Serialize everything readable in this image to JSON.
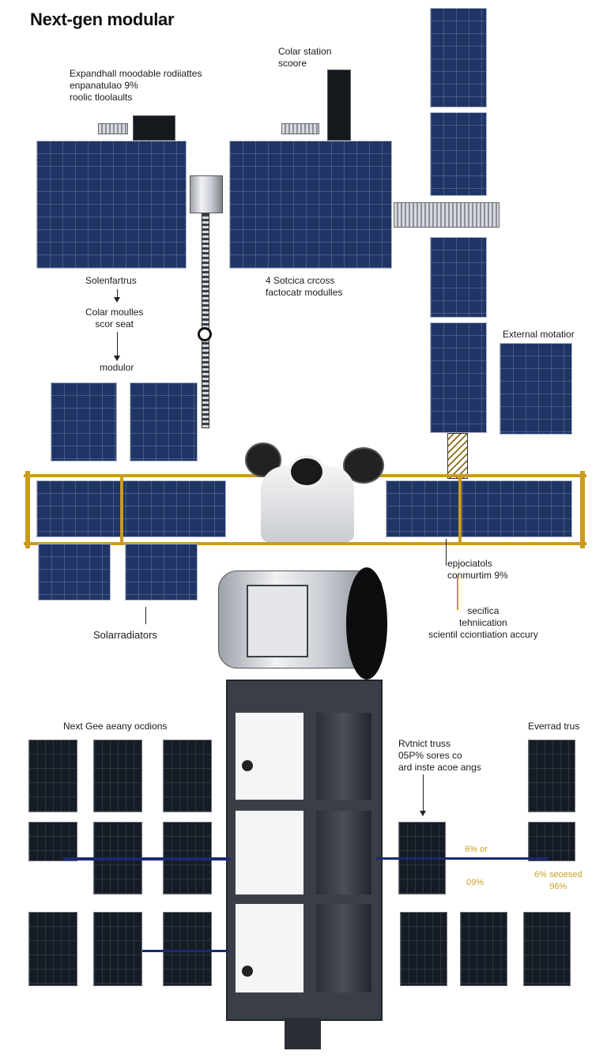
{
  "title": "Next-gen modular",
  "labels": {
    "expand_1": "Expandhall moodable rodiiattes",
    "expand_2": "enpanatulao 9%",
    "expand_3": "roolic tloolaults",
    "colar_station_1": "Colar station",
    "colar_station_2": "scoore",
    "solenfartrus": "Solenfartrus",
    "colar_moulles_1": "Colar moulles",
    "colar_moulles_2": "scor seat",
    "modulor": "modulor",
    "sotcica_1": "4 Sotcica crcoss",
    "sotcica_2": "factocatr modulles",
    "external_motatior": "External motatior",
    "epjociatols_1": "epjociatols",
    "epjociatols_2": "conmurtim 9%",
    "sechfica_1": "secifica",
    "sechfica_2": "tehniication",
    "sechfica_3": "scientil cciontiation accury",
    "solar_radiators": "Solarradiators",
    "next_gee": "Next Gee aeany ocdions",
    "evernad_trus": "Everrad trus",
    "rvthnict_1": "Rvtnict truss",
    "rvthnict_2": "05P% sores co",
    "rvthnict_3": "ard inste acoe angs",
    "pct_a": "6% or",
    "pct_b": "09%",
    "pct_c": "6% seoesed",
    "pct_d": "96%"
  },
  "colors": {
    "panel_blue": "#1f3566",
    "panel_dark": "#161c26",
    "gold_truss": "#c99b1e",
    "navy_line": "#1b2a72",
    "yellow_text": "#c9a227"
  },
  "icons": [
    "arrow-down-icon",
    "astronaut-icon",
    "docking-ring-icon"
  ]
}
